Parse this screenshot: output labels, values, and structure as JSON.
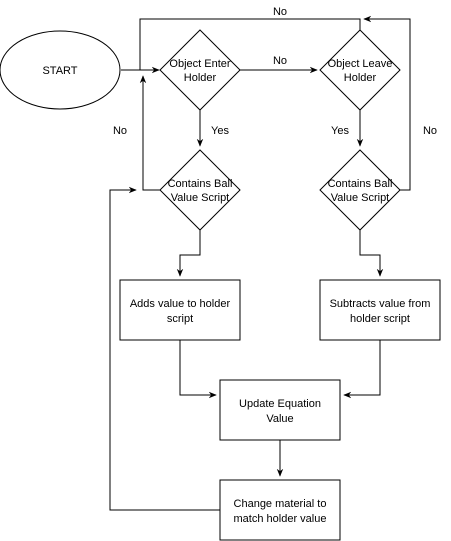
{
  "nodes": {
    "start": "START",
    "object_enter_line1": "Object Enter",
    "object_enter_line2": "Holder",
    "object_leave_line1": "Object Leave",
    "object_leave_line2": "Holder",
    "contains_left_line1": "Contains Ball",
    "contains_left_line2": "Value Script",
    "contains_right_line1": "Contains Ball",
    "contains_right_line2": "Value Script",
    "adds_line1": "Adds value to holder",
    "adds_line2": "script",
    "subtracts_line1": "Subtracts value from",
    "subtracts_line2": "holder script",
    "update_line1": "Update Equation",
    "update_line2": "Value",
    "change_line1": "Change material to",
    "change_line2": "match holder value"
  },
  "edges": {
    "enter_to_leave": "No",
    "enter_to_contains": "Yes",
    "leave_to_contains": "Yes",
    "top_loop": "No",
    "left_loop": "No",
    "right_loop": "No"
  }
}
